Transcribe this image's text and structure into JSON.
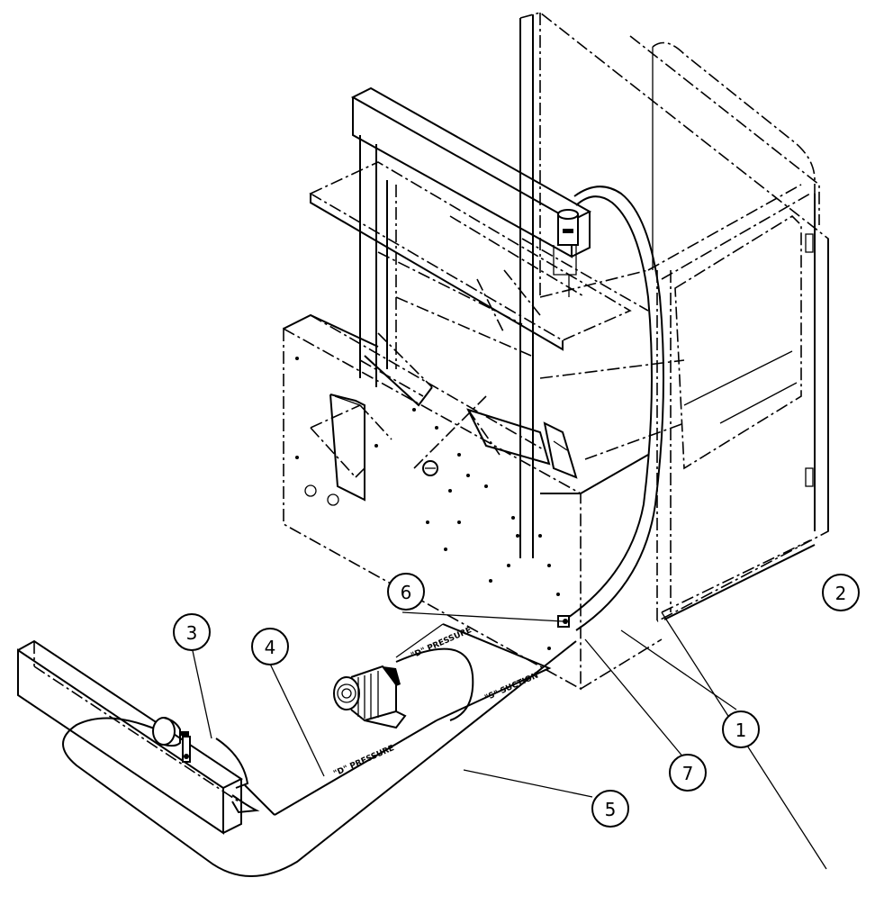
{
  "callouts": [
    {
      "id": "1",
      "label": "1"
    },
    {
      "id": "2",
      "label": "2"
    },
    {
      "id": "3",
      "label": "3"
    },
    {
      "id": "4",
      "label": "4"
    },
    {
      "id": "5",
      "label": "5"
    },
    {
      "id": "6",
      "label": "6"
    },
    {
      "id": "7",
      "label": "7"
    }
  ],
  "labels": {
    "d_pressure_top": "\"D\" PRESSURE",
    "s_suction": "\"S\" SUCTION",
    "d_pressure_bottom": "\"D\" PRESSURE"
  }
}
